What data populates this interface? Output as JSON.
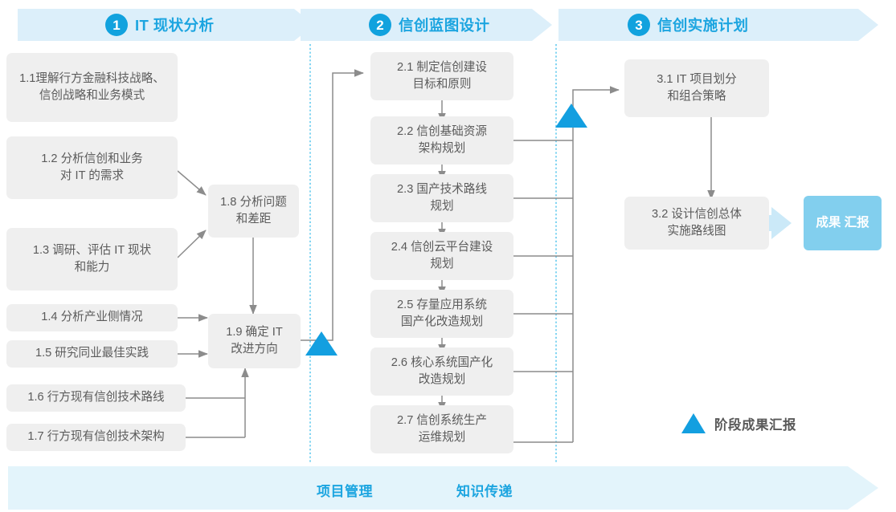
{
  "colors": {
    "accent": "#1CA5E0",
    "accent_dark": "#11A2DE",
    "band": "#DCEFFA",
    "footer_band": "#E3F4FB",
    "node_bg": "#EFEFEF",
    "node_text": "#5B5B5B",
    "result_bg": "#82CFEE",
    "connector": "#8C8C8C",
    "divider": "#4EC3EC"
  },
  "header": {
    "phases": [
      {
        "number": "1",
        "title": "IT 现状分析"
      },
      {
        "number": "2",
        "title": "信创蓝图设计"
      },
      {
        "number": "3",
        "title": "信创实施计划"
      }
    ]
  },
  "phase1": {
    "nodes": [
      {
        "id": "1.1",
        "lines": [
          "1.1理解行方金融科技战略、",
          "信创战略和业务模式"
        ]
      },
      {
        "id": "1.2",
        "lines": [
          "1.2 分析信创和业务",
          "对 IT 的需求"
        ]
      },
      {
        "id": "1.3",
        "lines": [
          "1.3 调研、评估 IT 现状",
          "和能力"
        ]
      },
      {
        "id": "1.4",
        "lines": [
          "1.4 分析产业侧情况"
        ]
      },
      {
        "id": "1.5",
        "lines": [
          "1.5 研究同业最佳实践"
        ]
      },
      {
        "id": "1.6",
        "lines": [
          "1.6 行方现有信创技术路线"
        ]
      },
      {
        "id": "1.7",
        "lines": [
          "1.7 行方现有信创技术架构"
        ]
      },
      {
        "id": "1.8",
        "lines": [
          "1.8 分析问题",
          "和差距"
        ]
      },
      {
        "id": "1.9",
        "lines": [
          "1.9 确定 IT",
          "改进方向"
        ]
      }
    ]
  },
  "phase2": {
    "nodes": [
      {
        "id": "2.1",
        "lines": [
          "2.1 制定信创建设",
          "目标和原则"
        ]
      },
      {
        "id": "2.2",
        "lines": [
          "2.2 信创基础资源",
          "架构规划"
        ]
      },
      {
        "id": "2.3",
        "lines": [
          "2.3 国产技术路线",
          "规划"
        ]
      },
      {
        "id": "2.4",
        "lines": [
          "2.4 信创云平台建设",
          "规划"
        ]
      },
      {
        "id": "2.5",
        "lines": [
          "2.5 存量应用系统",
          "国产化改造规划"
        ]
      },
      {
        "id": "2.6",
        "lines": [
          "2.6 核心系统国产化",
          "改造规划"
        ]
      },
      {
        "id": "2.7",
        "lines": [
          "2.7 信创系统生产",
          "运维规划"
        ]
      }
    ]
  },
  "phase3": {
    "nodes": [
      {
        "id": "3.1",
        "lines": [
          "3.1 IT 项目划分",
          "和组合策略"
        ]
      },
      {
        "id": "3.2",
        "lines": [
          "3.2 设计信创总体",
          "实施路线图"
        ]
      }
    ],
    "result": {
      "lines": [
        "成果",
        "汇报"
      ]
    }
  },
  "legend": {
    "marker_icon": "blue-triangle-icon",
    "label": "阶段成果汇报"
  },
  "footer": {
    "labels": [
      "项目管理",
      "知识传递"
    ]
  }
}
